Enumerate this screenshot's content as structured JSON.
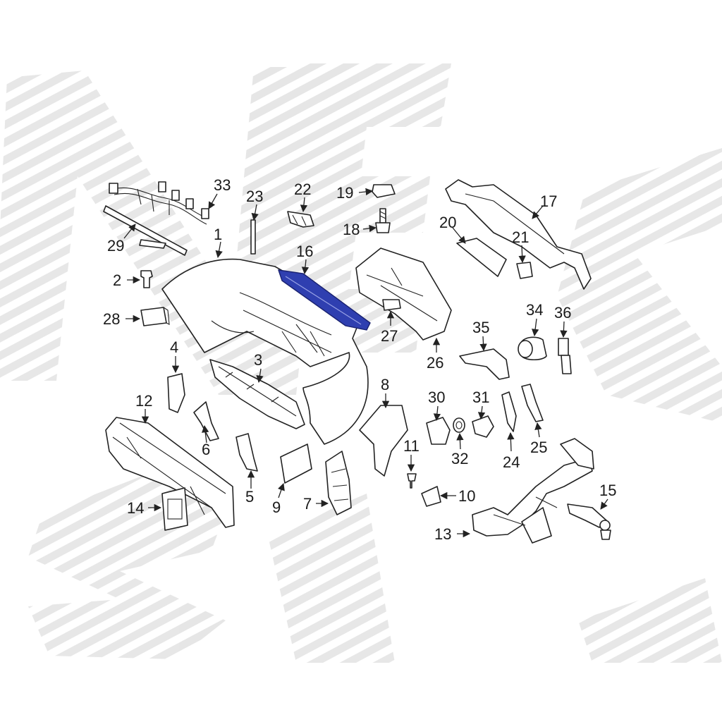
{
  "colors": {
    "highlight": "#2f3fb0",
    "line": "#222222",
    "watermark": "#e6e6e6"
  },
  "callouts": [
    "1",
    "2",
    "3",
    "4",
    "5",
    "6",
    "7",
    "8",
    "9",
    "10",
    "11",
    "12",
    "13",
    "14",
    "15",
    "16",
    "17",
    "18",
    "19",
    "20",
    "21",
    "22",
    "23",
    "24",
    "25",
    "26",
    "27",
    "28",
    "29",
    "30",
    "31",
    "32",
    "33",
    "34",
    "35",
    "36"
  ],
  "highlighted_part": "16"
}
